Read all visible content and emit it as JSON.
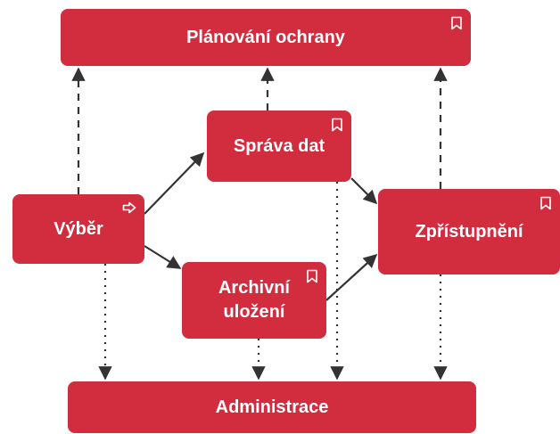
{
  "diagram": {
    "nodes": {
      "planovani": {
        "label": "Plánování ochrany",
        "icon": "bookmark-icon"
      },
      "sprava": {
        "label": "Správa dat",
        "icon": "bookmark-icon"
      },
      "vyber": {
        "label": "Výběr",
        "icon": "arrow-right-icon"
      },
      "zpristupneni": {
        "label": "Zpřístupnění",
        "icon": "bookmark-icon"
      },
      "archivni": {
        "label": "Archivní uložení",
        "icon": "bookmark-icon"
      },
      "administrace": {
        "label": "Administrace"
      }
    },
    "edges": [
      {
        "from": "vyber",
        "to": "sprava",
        "style": "solid"
      },
      {
        "from": "vyber",
        "to": "archivni",
        "style": "solid"
      },
      {
        "from": "sprava",
        "to": "zpristupneni",
        "style": "solid"
      },
      {
        "from": "archivni",
        "to": "zpristupneni",
        "style": "solid"
      },
      {
        "from": "vyber",
        "to": "planovani",
        "style": "dashed"
      },
      {
        "from": "sprava",
        "to": "planovani",
        "style": "dashed"
      },
      {
        "from": "zpristupneni",
        "to": "planovani",
        "style": "dashed"
      },
      {
        "from": "vyber",
        "to": "administrace",
        "style": "dotted"
      },
      {
        "from": "archivni",
        "to": "administrace",
        "style": "dotted"
      },
      {
        "from": "sprava",
        "to": "administrace",
        "style": "dotted"
      },
      {
        "from": "zpristupneni",
        "to": "administrace",
        "style": "dotted"
      }
    ]
  },
  "colors": {
    "box": "#d12d3f",
    "text": "#ffffff",
    "line": "#333333"
  }
}
